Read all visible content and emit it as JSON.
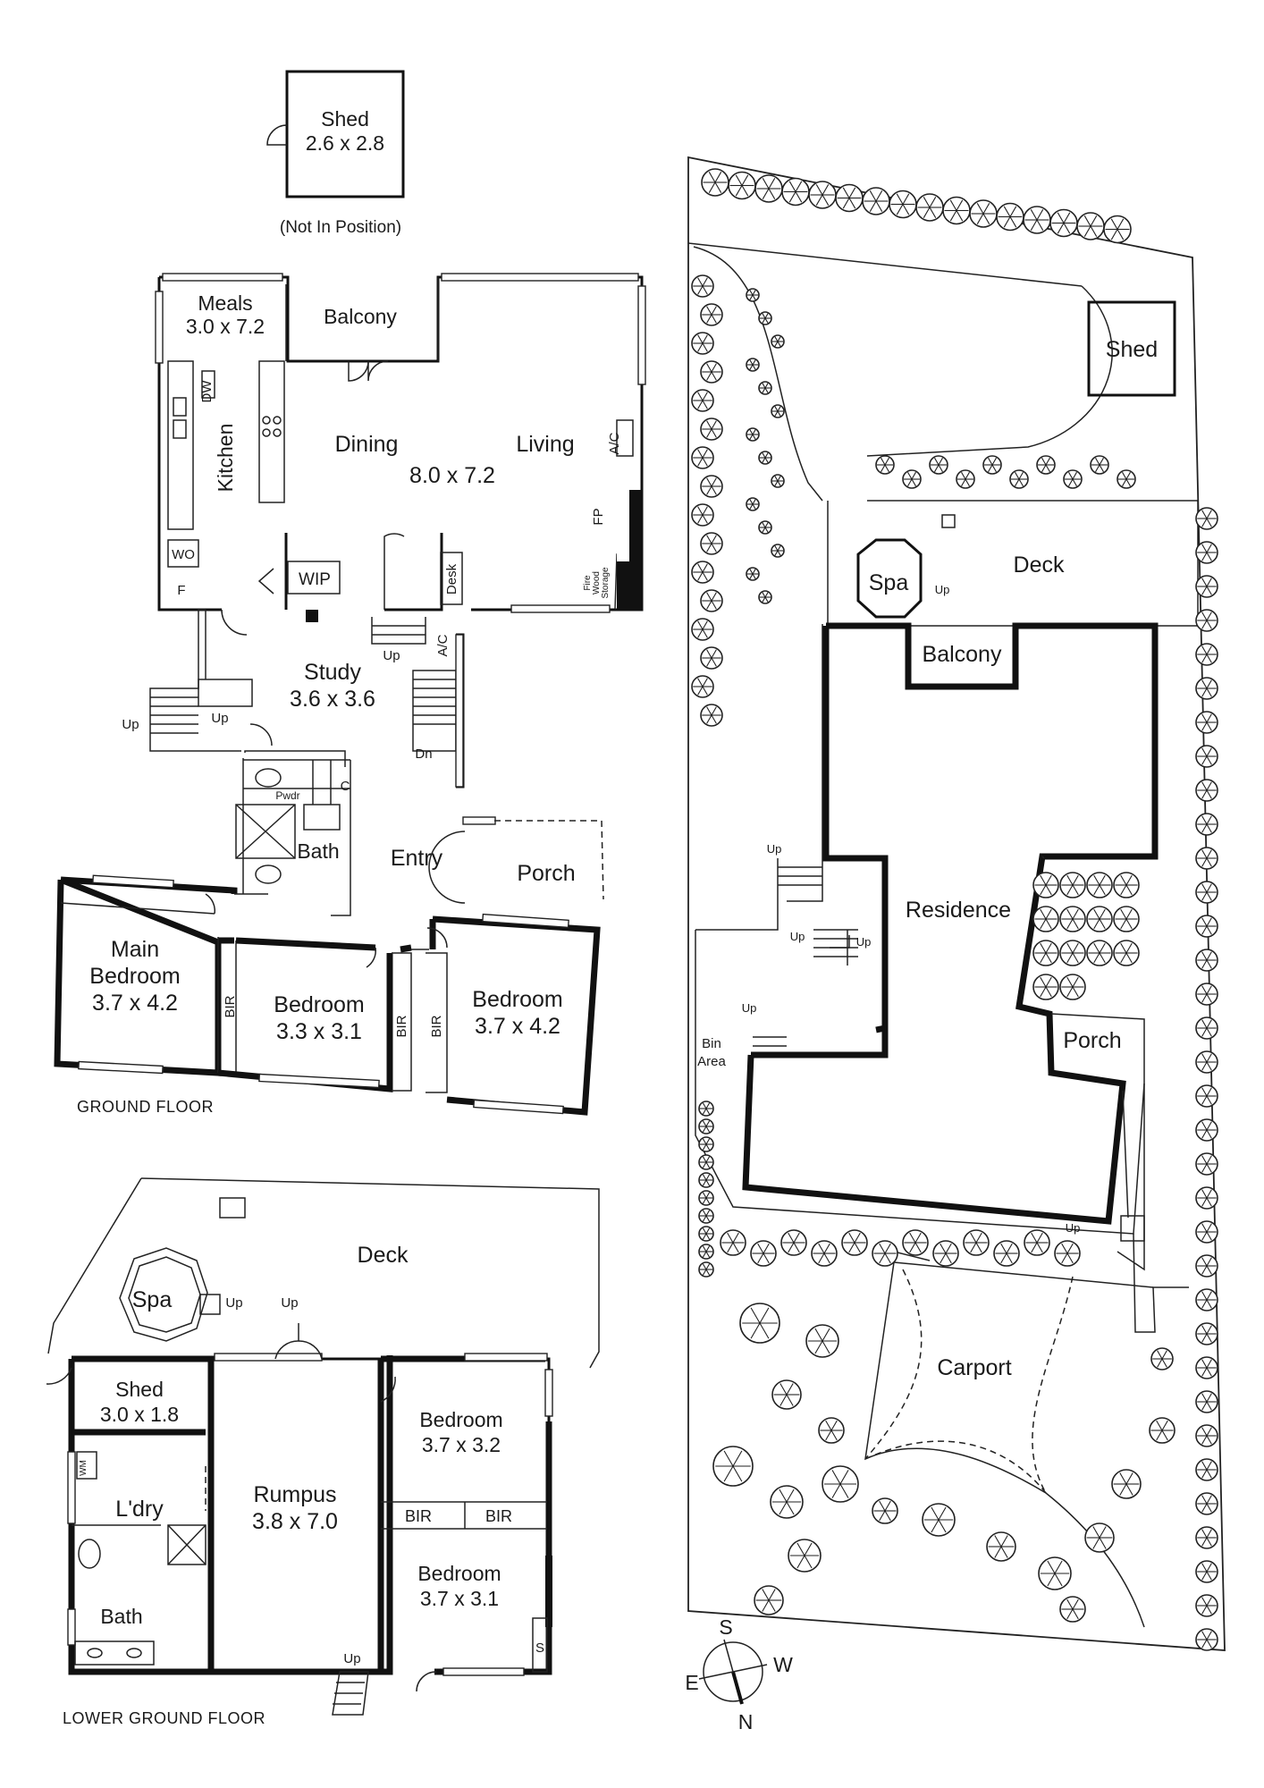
{
  "shed_top": {
    "label": "Shed",
    "size": "2.6 x 2.8",
    "note": "(Not In Position)"
  },
  "ground_floor": {
    "floor_label": "GROUND FLOOR",
    "meals": {
      "name": "Meals",
      "size": "3.0 x 7.2"
    },
    "balcony": "Balcony",
    "kitchen": "Kitchen",
    "dw": "DW",
    "wo": "WO",
    "f": "F",
    "wip": "WIP",
    "dining": "Dining",
    "dining_size": "8.0 x 7.2",
    "living": "Living",
    "ac1": "A/C",
    "fp": "FP",
    "fire_wood_1": "Fire",
    "fire_wood_2": "Wood",
    "fire_wood_3": "Storage",
    "desk": "Desk",
    "study": {
      "name": "Study",
      "size": "3.6 x 3.6"
    },
    "ac2": "A/C",
    "up_a": "Up",
    "up_b": "Up",
    "up_c": "Up",
    "dn": "Dn",
    "pwdr": "Pwdr",
    "c": "C",
    "bath": "Bath",
    "entry": "Entry",
    "porch": "Porch",
    "main_bedroom": {
      "line1": "Main",
      "line2": "Bedroom",
      "size": "3.7 x 4.2"
    },
    "bir1": "BIR",
    "bedroom2": {
      "name": "Bedroom",
      "size": "3.3 x 3.1"
    },
    "bir2": "BIR",
    "bir3": "BIR",
    "bedroom3": {
      "name": "Bedroom",
      "size": "3.7 x 4.2"
    }
  },
  "lower_floor": {
    "floor_label": "LOWER GROUND FLOOR",
    "deck": "Deck",
    "spa": "Spa",
    "up_spa": "Up",
    "up_deck": "Up",
    "shed": {
      "name": "Shed",
      "size": "3.0 x 1.8"
    },
    "wm": "WM",
    "ldry": "L'dry",
    "bath": "Bath",
    "rumpus": {
      "name": "Rumpus",
      "size": "3.8 x 7.0"
    },
    "bedroom_a": {
      "name": "Bedroom",
      "size": "3.7 x 3.2"
    },
    "bir_a": "BIR",
    "bir_b": "BIR",
    "bedroom_b": {
      "name": "Bedroom",
      "size": "3.7 x 3.1"
    },
    "s": "S",
    "up_bottom": "Up"
  },
  "site_plan": {
    "shed": "Shed",
    "deck": "Deck",
    "spa": "Spa",
    "up_spa": "Up",
    "balcony": "Balcony",
    "residence": "Residence",
    "up_a": "Up",
    "up_b": "Up",
    "up_c": "Up",
    "up_d": "Up",
    "bin_area_1": "Bin",
    "bin_area_2": "Area",
    "porch": "Porch",
    "carport": "Carport",
    "up_carport": "Up"
  },
  "compass": {
    "n": "N",
    "s": "S",
    "e": "E",
    "w": "W"
  }
}
